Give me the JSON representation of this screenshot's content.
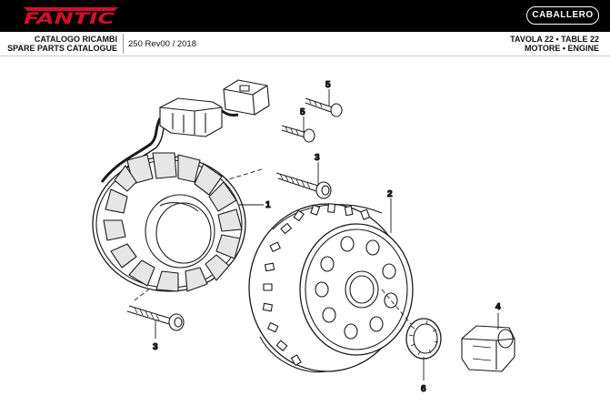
{
  "header": {
    "brand": "FANTIC",
    "model_badge": "CABALLERO"
  },
  "subheader": {
    "catalog_line1": "CATALOGO RICAMBI",
    "catalog_line2": "SPARE PARTS CATALOGUE",
    "model_rev": "250 Rev00 / 2018",
    "table_line1": "TAVOLA 22 • TABLE 22",
    "table_line2": "MOTORE • ENGINE"
  },
  "colors": {
    "brand_red": "#d0112b",
    "header_bg": "#000000"
  },
  "callouts": [
    "5",
    "5",
    "3",
    "1",
    "2",
    "3",
    "4",
    "6"
  ]
}
